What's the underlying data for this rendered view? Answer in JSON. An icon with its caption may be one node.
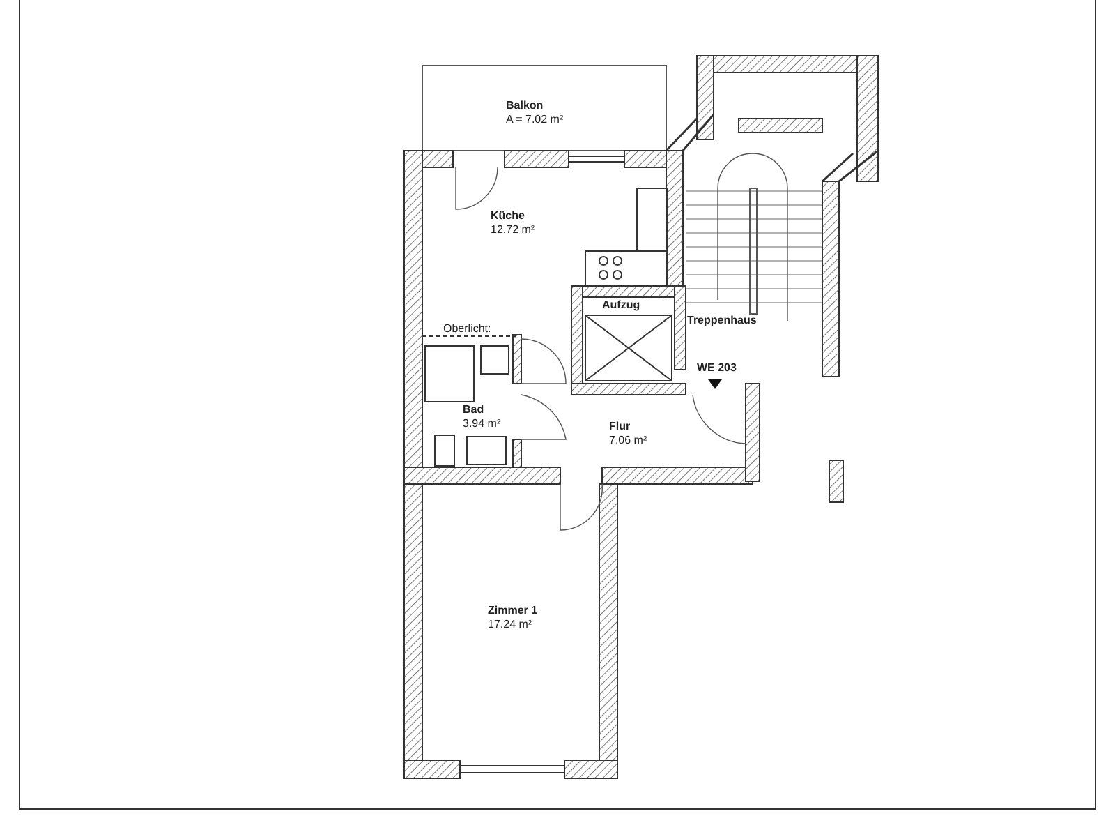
{
  "diagram": {
    "nodes": [
      {
        "text": [
          "Balkon",
          "A = 7.02 m²"
        ]
      },
      {
        "text": [
          "Küche",
          "12.72 m²"
        ]
      },
      {
        "text": [
          "Bad",
          "3.94 m²"
        ]
      },
      {
        "text": [
          "Aufzug"
        ]
      },
      {
        "text": [
          "Treppenhaus"
        ]
      },
      {
        "text": [
          "Flur",
          "7.06 m²"
        ]
      },
      {
        "text": [
          "Zimmer 1",
          "17.24 m²"
        ]
      }
    ],
    "edges": [],
    "labels": [
      "Oberlicht:",
      "WE 203"
    ]
  }
}
